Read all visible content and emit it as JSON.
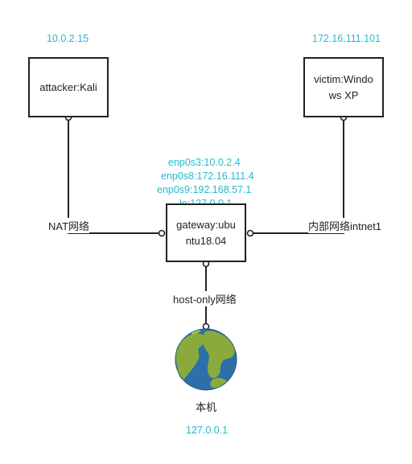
{
  "nodes": {
    "attacker": {
      "label": "attacker:Kali",
      "ip": "10.0.2.15"
    },
    "victim": {
      "label_line1": "victim:Windo",
      "label_line2": "ws XP",
      "ip": "172.16.111.101"
    },
    "gateway": {
      "label_line1": "gateway:ubu",
      "label_line2": "ntu18.04",
      "ips": [
        "enp0s3:10.0.2.4",
        "enp0s8:172.16.111.4",
        "enp0s9:192.168.57.1",
        "lo:127.0.0.1"
      ]
    },
    "host": {
      "label": "本机",
      "ip": "127.0.0.1",
      "icon": "globe-icon"
    }
  },
  "links": {
    "nat": "NAT网络",
    "internal": "内部网络intnet1",
    "host_only": "host-only网络"
  },
  "colors": {
    "ip_text": "#27b8d0",
    "line": "#222222",
    "ocean": "#2d6fa8",
    "land": "#8aab3c"
  }
}
